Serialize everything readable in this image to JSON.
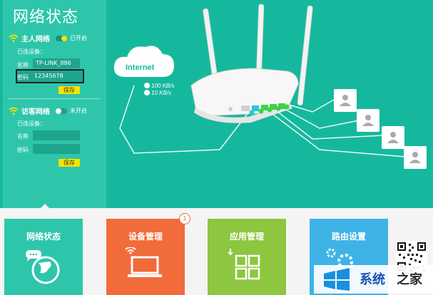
{
  "page": {
    "title": "网络状态"
  },
  "primary": {
    "heading": "主人网络",
    "status": "已开启",
    "connected_label": "已连设备：",
    "name_label": "名称",
    "name_value": "TP-LINK_886",
    "password_label": "密码",
    "password_value": "12345678",
    "save_label": "保存"
  },
  "guest": {
    "heading": "访客网络",
    "status": "未开启",
    "connected_label": "已连设备：",
    "name_label": "名称",
    "name_value": "",
    "password_label": "密码",
    "password_value": "",
    "save_label": "保存"
  },
  "diagram": {
    "internet_label": "Internet",
    "upload_speed": "100 KB/s",
    "download_speed": "10 KB/s",
    "colors": {
      "teal": "#16b89d",
      "port_green": "#3cd24a",
      "port_cyan": "#29c7d6"
    }
  },
  "tiles": [
    {
      "label": "网络状态",
      "color": "#2ec6ab",
      "icon": "globe-icon"
    },
    {
      "label": "设备管理",
      "color": "#f26b3a",
      "icon": "laptop-icon",
      "badge": "1"
    },
    {
      "label": "应用管理",
      "color": "#8dc63f",
      "icon": "apps-grid-icon"
    },
    {
      "label": "路由设置",
      "color": "#3fb3e6",
      "icon": "gear-icon"
    }
  ],
  "watermark": {
    "brand_blue": "系统",
    "brand_dark": "之家"
  }
}
